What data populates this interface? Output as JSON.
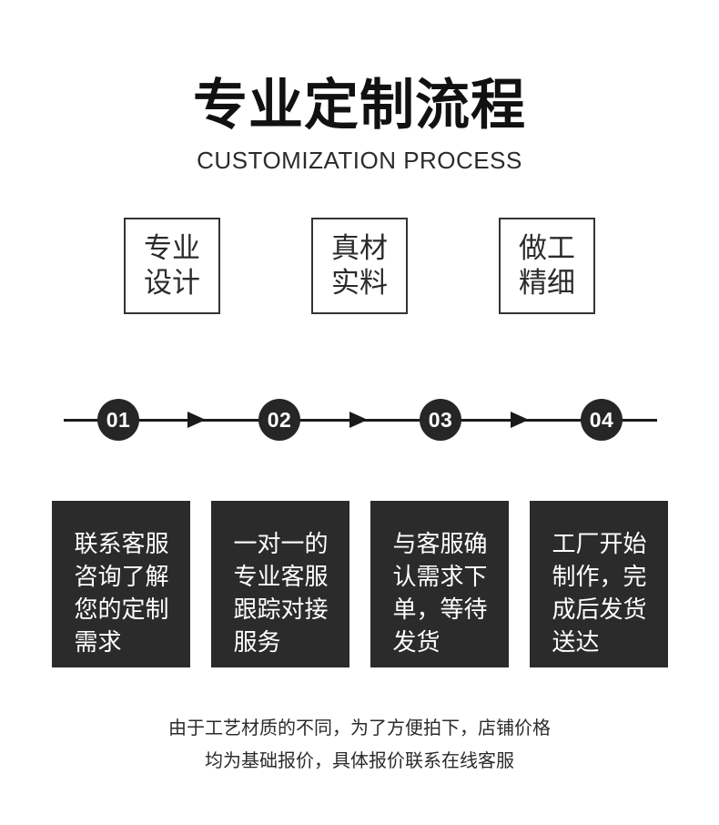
{
  "header": {
    "title": "专业定制流程",
    "subtitle": "CUSTOMIZATION PROCESS"
  },
  "features": [
    {
      "lines": [
        "专业",
        "设计"
      ]
    },
    {
      "lines": [
        "真材",
        "实料"
      ]
    },
    {
      "lines": [
        "做工",
        "精细"
      ]
    }
  ],
  "timeline": {
    "numbers": [
      "01",
      "02",
      "03",
      "04"
    ]
  },
  "steps": [
    {
      "lines": [
        "联系客服",
        "咨询了解",
        "您的定制",
        "需求"
      ]
    },
    {
      "lines": [
        "一对一的",
        "专业客服",
        "跟踪对接",
        "服务"
      ]
    },
    {
      "lines": [
        "与客服确",
        "认需求下",
        "单，等待",
        "发货"
      ]
    },
    {
      "lines": [
        "工厂开始",
        "制作，完",
        "成后发货",
        "送达"
      ]
    }
  ],
  "note": {
    "lines": [
      "由于工艺材质的不同，为了方便拍下，店铺价格",
      "均为基础报价，具体报价联系在线客服"
    ]
  },
  "colors": {
    "background": "#ffffff",
    "ink": "#1a1a1a",
    "panel": "#2b2b2b",
    "circle": "#262626",
    "border": "#333333",
    "text_light": "#ffffff"
  }
}
